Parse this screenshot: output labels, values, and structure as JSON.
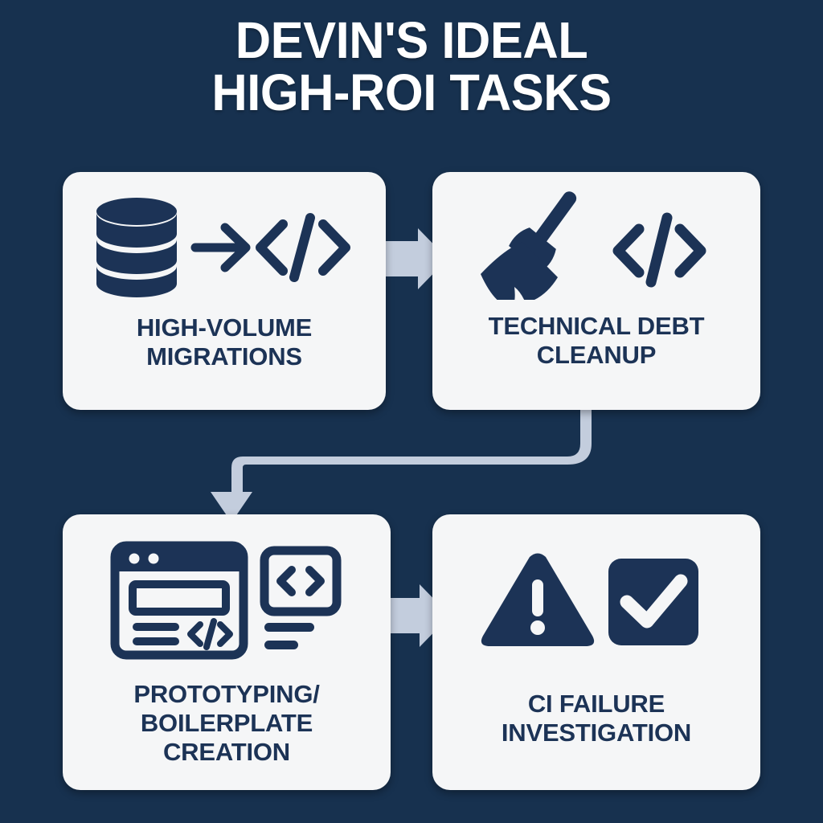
{
  "page": {
    "background_color": "#17314f",
    "card_color": "#f5f6f7",
    "icon_color": "#1c3356",
    "arrow_color": "#c3cddd"
  },
  "title": {
    "text": "DEVIN'S IDEAL\nHIGH-ROI TASKS",
    "line1": "DEVIN'S IDEAL",
    "line2": "HIGH-ROI TASKS",
    "color": "#ffffff"
  },
  "cards": [
    {
      "id": "high-volume-migrations",
      "label": "HIGH-VOLUME\nMIGRATIONS",
      "icons": [
        "database-icon",
        "arrow-right-icon",
        "code-brackets-icon"
      ]
    },
    {
      "id": "technical-debt-cleanup",
      "label": "TECHNICAL DEBT\nCLEANUP",
      "icons": [
        "broom-icon",
        "code-brackets-icon"
      ]
    },
    {
      "id": "prototyping-boilerplate-creation",
      "label": "PROTOTYPING/\nBOILERPLATE\nCREATION",
      "icons": [
        "browser-window-icon",
        "code-panel-icon"
      ]
    },
    {
      "id": "ci-failure-investigation",
      "label": "CI FAILURE\nINVESTIGATION",
      "icons": [
        "warning-triangle-icon",
        "check-square-icon"
      ]
    }
  ],
  "connectors": [
    {
      "id": "connector-1-to-2",
      "from": "high-volume-migrations",
      "to": "technical-debt-cleanup",
      "style": "block-arrow-right"
    },
    {
      "id": "connector-2-to-3",
      "from": "technical-debt-cleanup",
      "to": "prototyping-boilerplate-creation",
      "style": "elbow-arrow-down-left"
    },
    {
      "id": "connector-3-to-4",
      "from": "prototyping-boilerplate-creation",
      "to": "ci-failure-investigation",
      "style": "block-arrow-right"
    }
  ]
}
